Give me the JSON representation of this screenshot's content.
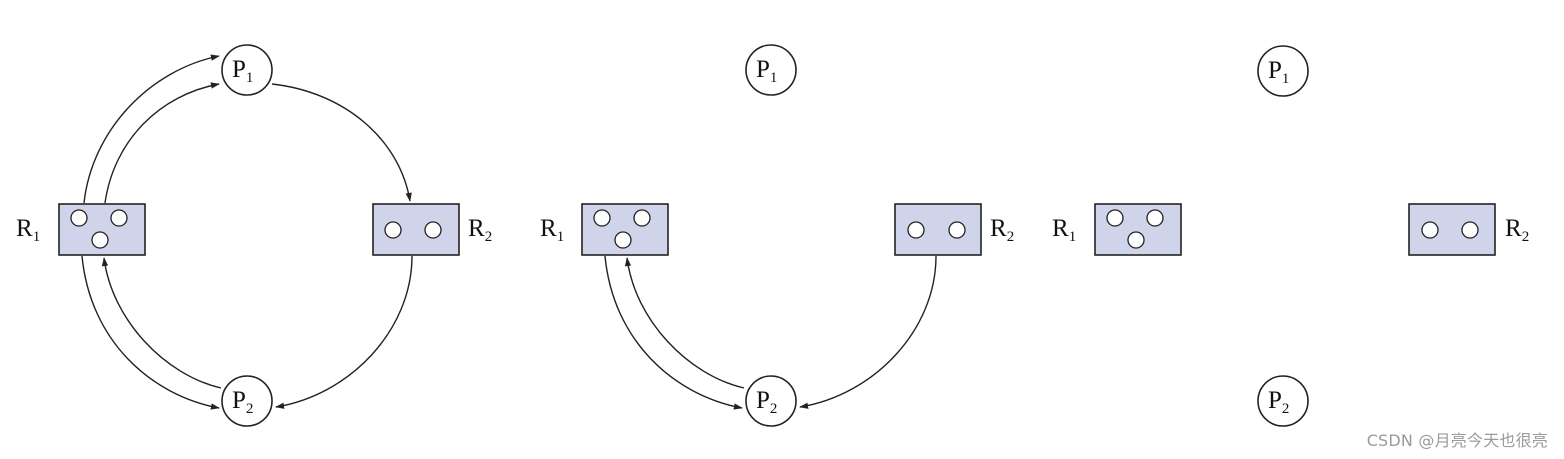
{
  "labels": {
    "process_prefix": "P",
    "resource_prefix": "R",
    "p1_sub": "1",
    "p2_sub": "2",
    "r1_sub": "1",
    "r2_sub": "2"
  },
  "panels": [
    {
      "id": "a",
      "r1_instances": 3,
      "r2_instances": 2,
      "edges": [
        {
          "from": "R1",
          "to": "P1",
          "kind": "assignment",
          "count": 2
        },
        {
          "from": "P1",
          "to": "R2",
          "kind": "request",
          "count": 1
        },
        {
          "from": "R2",
          "to": "P2",
          "kind": "assignment",
          "count": 1
        },
        {
          "from": "R1",
          "to": "P2",
          "kind": "assignment",
          "count": 1
        },
        {
          "from": "P2",
          "to": "R1",
          "kind": "request",
          "count": 1
        }
      ]
    },
    {
      "id": "b",
      "r1_instances": 3,
      "r2_instances": 2,
      "edges": [
        {
          "from": "R1",
          "to": "P2",
          "kind": "assignment",
          "count": 1
        },
        {
          "from": "P2",
          "to": "R1",
          "kind": "request",
          "count": 1
        },
        {
          "from": "R2",
          "to": "P2",
          "kind": "assignment",
          "count": 1
        }
      ]
    },
    {
      "id": "c",
      "r1_instances": 3,
      "r2_instances": 2,
      "edges": []
    }
  ],
  "colors": {
    "resource_fill": "#d0d4ea",
    "stroke": "#222222"
  },
  "watermark": "CSDN @月亮今天也很亮"
}
